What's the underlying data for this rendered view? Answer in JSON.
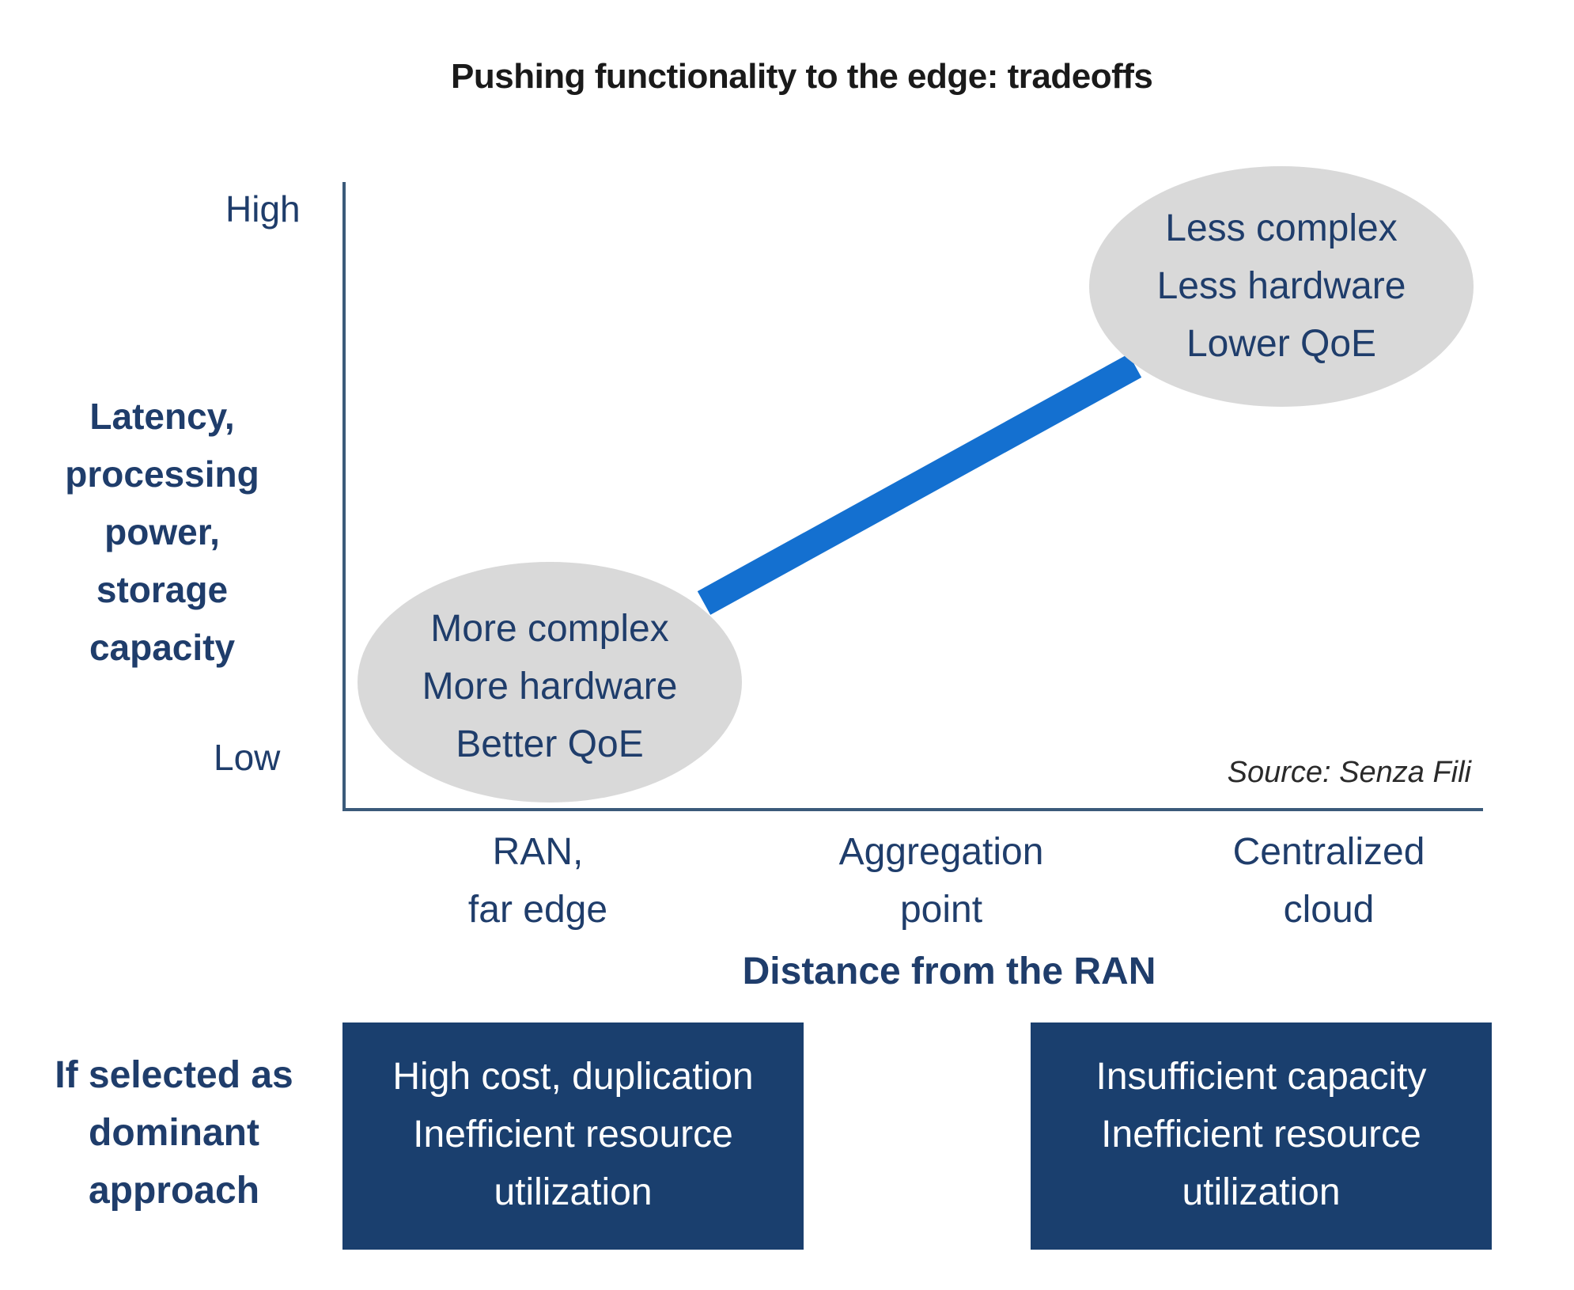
{
  "chart_data": {
    "type": "scatter",
    "title": "Pushing functionality to the edge: tradeoffs",
    "xlabel": "Distance from the RAN",
    "ylabel_lines": [
      "Latency,",
      "processing",
      "power,",
      "storage",
      "capacity"
    ],
    "y_ticks": [
      "High",
      "Low"
    ],
    "x_categories": [
      [
        "RAN,",
        "far edge"
      ],
      [
        "Aggregation",
        "point"
      ],
      [
        "Centralized",
        "cloud"
      ]
    ],
    "points": [
      {
        "name": "edge",
        "x_category": "RAN, far edge",
        "level": "Low",
        "lines": [
          "More complex",
          "More hardware",
          "Better QoE"
        ]
      },
      {
        "name": "cloud",
        "x_category": "Centralized cloud",
        "level": "High",
        "lines": [
          "Less complex",
          "Less hardware",
          "Lower QoE"
        ]
      }
    ],
    "trend": "increasing",
    "annotation": "Source: Senza Fili",
    "grid": false,
    "legend": "none"
  },
  "colors": {
    "axis": "#3b5a7a",
    "trend_line": "#1470d0",
    "bubble": "#d9d9d9",
    "text_blue": "#1f3d6b",
    "box_fill": "#1a3f6e"
  },
  "bottom_section": {
    "label_lines": [
      "If selected as",
      "dominant",
      "approach"
    ],
    "boxes": [
      {
        "position": "RAN, far edge",
        "lines": [
          "High cost, duplication",
          "Inefficient resource",
          "utilization"
        ]
      },
      {
        "position": "Centralized cloud",
        "lines": [
          "Insufficient capacity",
          "Inefficient resource",
          "utilization"
        ]
      }
    ]
  }
}
